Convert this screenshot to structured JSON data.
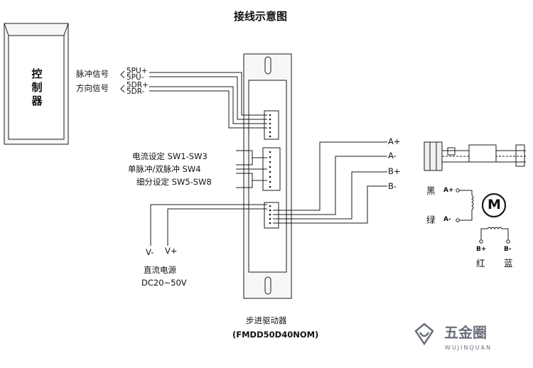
{
  "title": "接线示意图",
  "controller": {
    "label": "控制器"
  },
  "control_inputs": [
    {
      "label": "脉冲信号",
      "pins": [
        "5PU+",
        "5PU-"
      ]
    },
    {
      "label": "方向信号",
      "pins": [
        "5DR+",
        "5DR-"
      ]
    }
  ],
  "switch_settings": [
    {
      "label": "电流设定  SW1-SW3"
    },
    {
      "label": "单脉冲/双脉冲  SW4"
    },
    {
      "label": "细分设定   SW5-SW8"
    }
  ],
  "power": {
    "v_minus": "V-",
    "v_plus": "V+",
    "label": "直流电源",
    "range": "DC20~50V"
  },
  "motor_terminals": [
    "A+",
    "A-",
    "B+",
    "B-"
  ],
  "motor_diagram": {
    "symbol": "M",
    "wires": [
      {
        "color_name": "黑",
        "terminal": "A+"
      },
      {
        "color_name": "绿",
        "terminal": "A-"
      },
      {
        "color_name": "红",
        "terminal": "B+"
      },
      {
        "color_name": "蓝",
        "terminal": "B-"
      }
    ]
  },
  "driver": {
    "label": "步进驱动器",
    "model": "(FMDD50D40NOM)"
  },
  "watermark": {
    "name": "五金圈",
    "sub": "WUJINQUAN"
  },
  "colors": {
    "line": "#1a1a1a",
    "driver_fill": "#f7f7f7",
    "watermark": "#6a6f7c"
  }
}
